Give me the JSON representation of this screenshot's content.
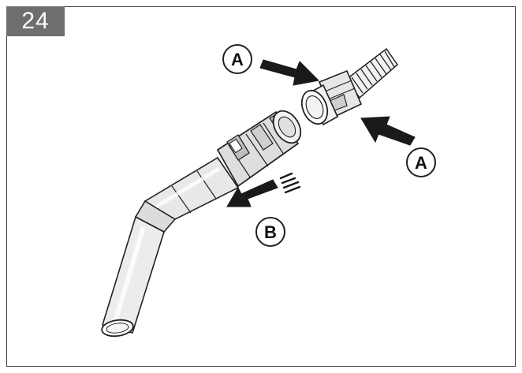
{
  "figure": {
    "step_number": "24",
    "callouts": {
      "a_top": "A",
      "a_right": "A",
      "b": "B"
    }
  },
  "colors": {
    "badge_background": "#6e6e6e",
    "badge_text": "#ffffff",
    "line_art": "#222222",
    "part_shade": "#d9d9d9",
    "part_light": "#f2f2f2"
  },
  "icons": {
    "press_arrow": "arrow-icon",
    "pull_arrow": "arrow-with-motion-lines-icon"
  }
}
